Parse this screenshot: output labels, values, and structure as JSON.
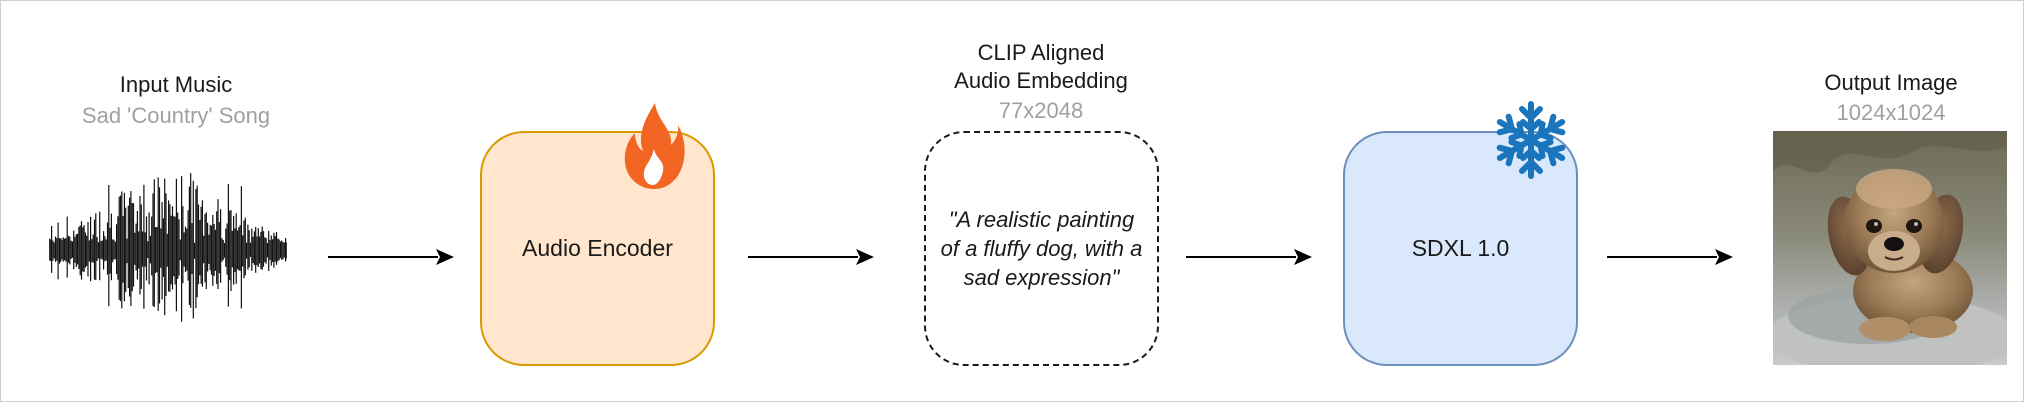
{
  "input": {
    "title": "Input Music",
    "subtitle": "Sad 'Country' Song",
    "icon": "audio-waveform-icon"
  },
  "encoder": {
    "label": "Audio Encoder",
    "icon": "fire-icon",
    "fill": "#ffe6cc",
    "stroke": "#d79b00"
  },
  "embedding": {
    "title_line1": "CLIP Aligned",
    "title_line2": "Audio Embedding",
    "dims": "77x2048",
    "text_line1": "\"A realistic painting",
    "text_line2": "of a fluffy dog, with a",
    "text_line3": "sad expression\""
  },
  "sdxl": {
    "label": "SDXL 1.0",
    "icon": "snowflake-icon",
    "fill": "#dae8fc",
    "stroke": "#6c8ebf"
  },
  "output": {
    "title": "Output Image",
    "dims": "1024x1024",
    "image": "fluffy-dog-painting"
  },
  "colors": {
    "fire_outer": "#f26522",
    "fire_inner": "#ffffff",
    "snowflake": "#1a75bc",
    "subtitle": "#a0a0a0"
  }
}
